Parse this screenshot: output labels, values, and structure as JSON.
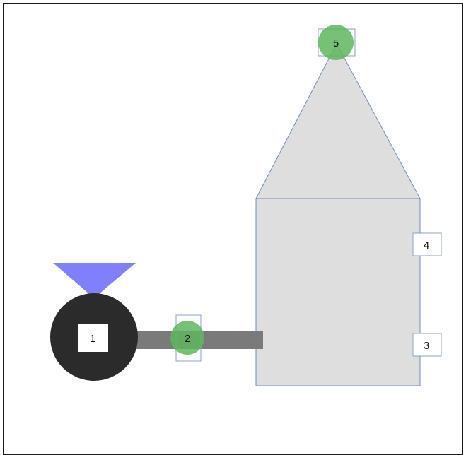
{
  "diagram": {
    "markers": [
      {
        "id": "pump",
        "label": "1"
      },
      {
        "id": "pipe-node",
        "label": "2"
      },
      {
        "id": "tank-port-lower",
        "label": "3"
      },
      {
        "id": "tank-port-upper",
        "label": "4"
      },
      {
        "id": "tank-top",
        "label": "5"
      }
    ],
    "colors": {
      "pump_body": "#2b2b2b",
      "pump_hopper": "#8080ff",
      "pipe": "#7a7a7a",
      "tank_fill": "#dedede",
      "tank_stroke": "#6f8fbf",
      "node_circle": "#5fb65f",
      "label_box": "#ffffff",
      "label_box_stroke": "#8aa2c8"
    }
  }
}
